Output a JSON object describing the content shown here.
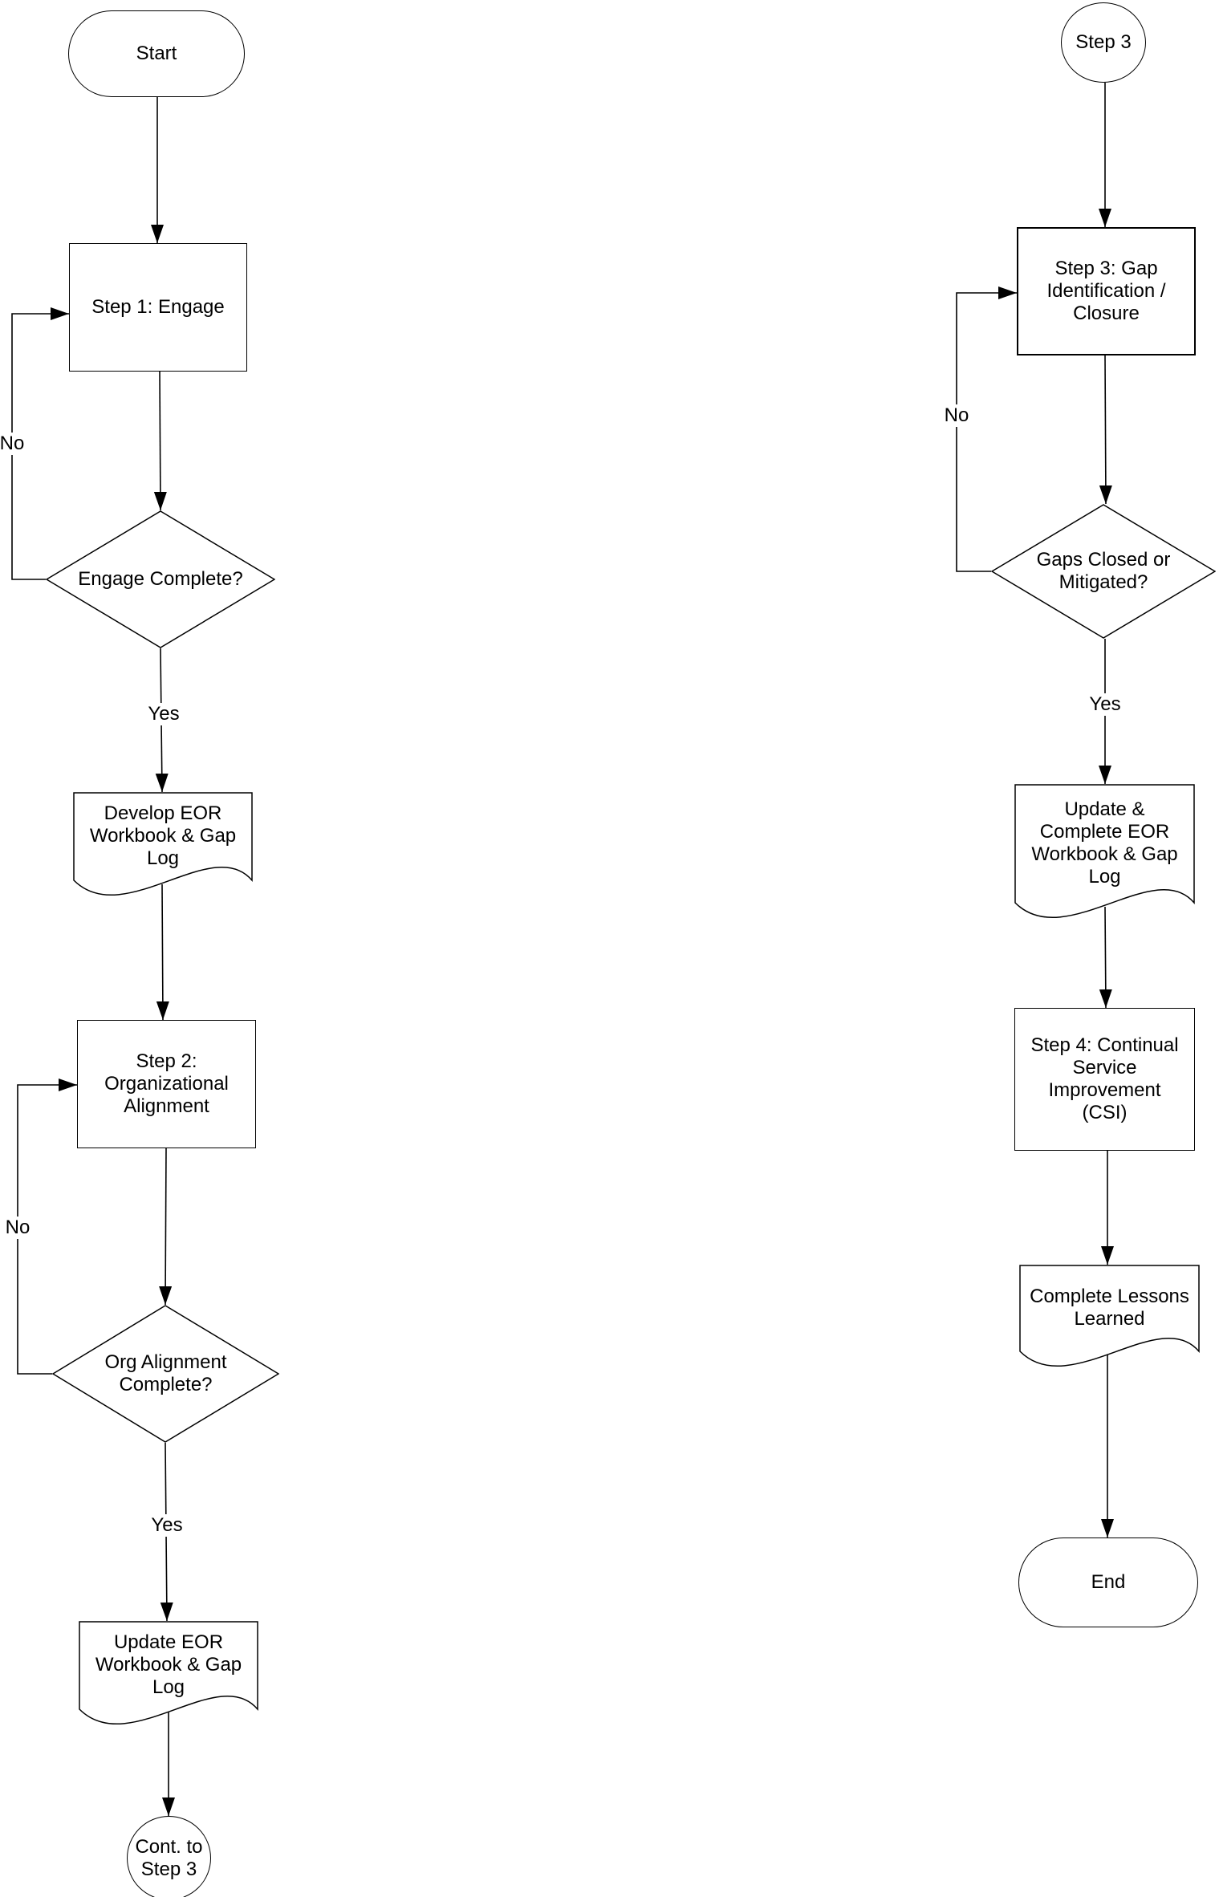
{
  "colors": {
    "background": "#ffffff",
    "line": "#000000",
    "shape_fill": "#ffffff",
    "text": "#000000"
  },
  "nodes": {
    "start": "Start",
    "step1": "Step 1: Engage",
    "engage_complete": "Engage Complete?",
    "develop_eor_doc": "Develop EOR\nWorkbook & Gap\nLog",
    "step2": "Step 2:\nOrganizational\nAlignment",
    "org_alignment_complete": "Org Alignment\nComplete?",
    "update_eor_doc": "Update EOR\nWorkbook & Gap\nLog",
    "cont_to_step3": "Cont. to\nStep 3",
    "step3_connector": "Step 3",
    "step3": "Step 3: Gap\nIdentification /\nClosure",
    "gaps_closed": "Gaps Closed or\nMitigated?",
    "update_complete_eor_doc": "Update &\nComplete EOR\nWorkbook & Gap\nLog",
    "step4": "Step 4: Continual\nService\nImprovement\n(CSI)",
    "complete_lessons_doc": "Complete Lessons\nLearned",
    "end": "End"
  },
  "edge_labels": {
    "engage_no": "No",
    "engage_yes": "Yes",
    "org_no": "No",
    "org_yes": "Yes",
    "gaps_no": "No",
    "gaps_yes": "Yes"
  }
}
